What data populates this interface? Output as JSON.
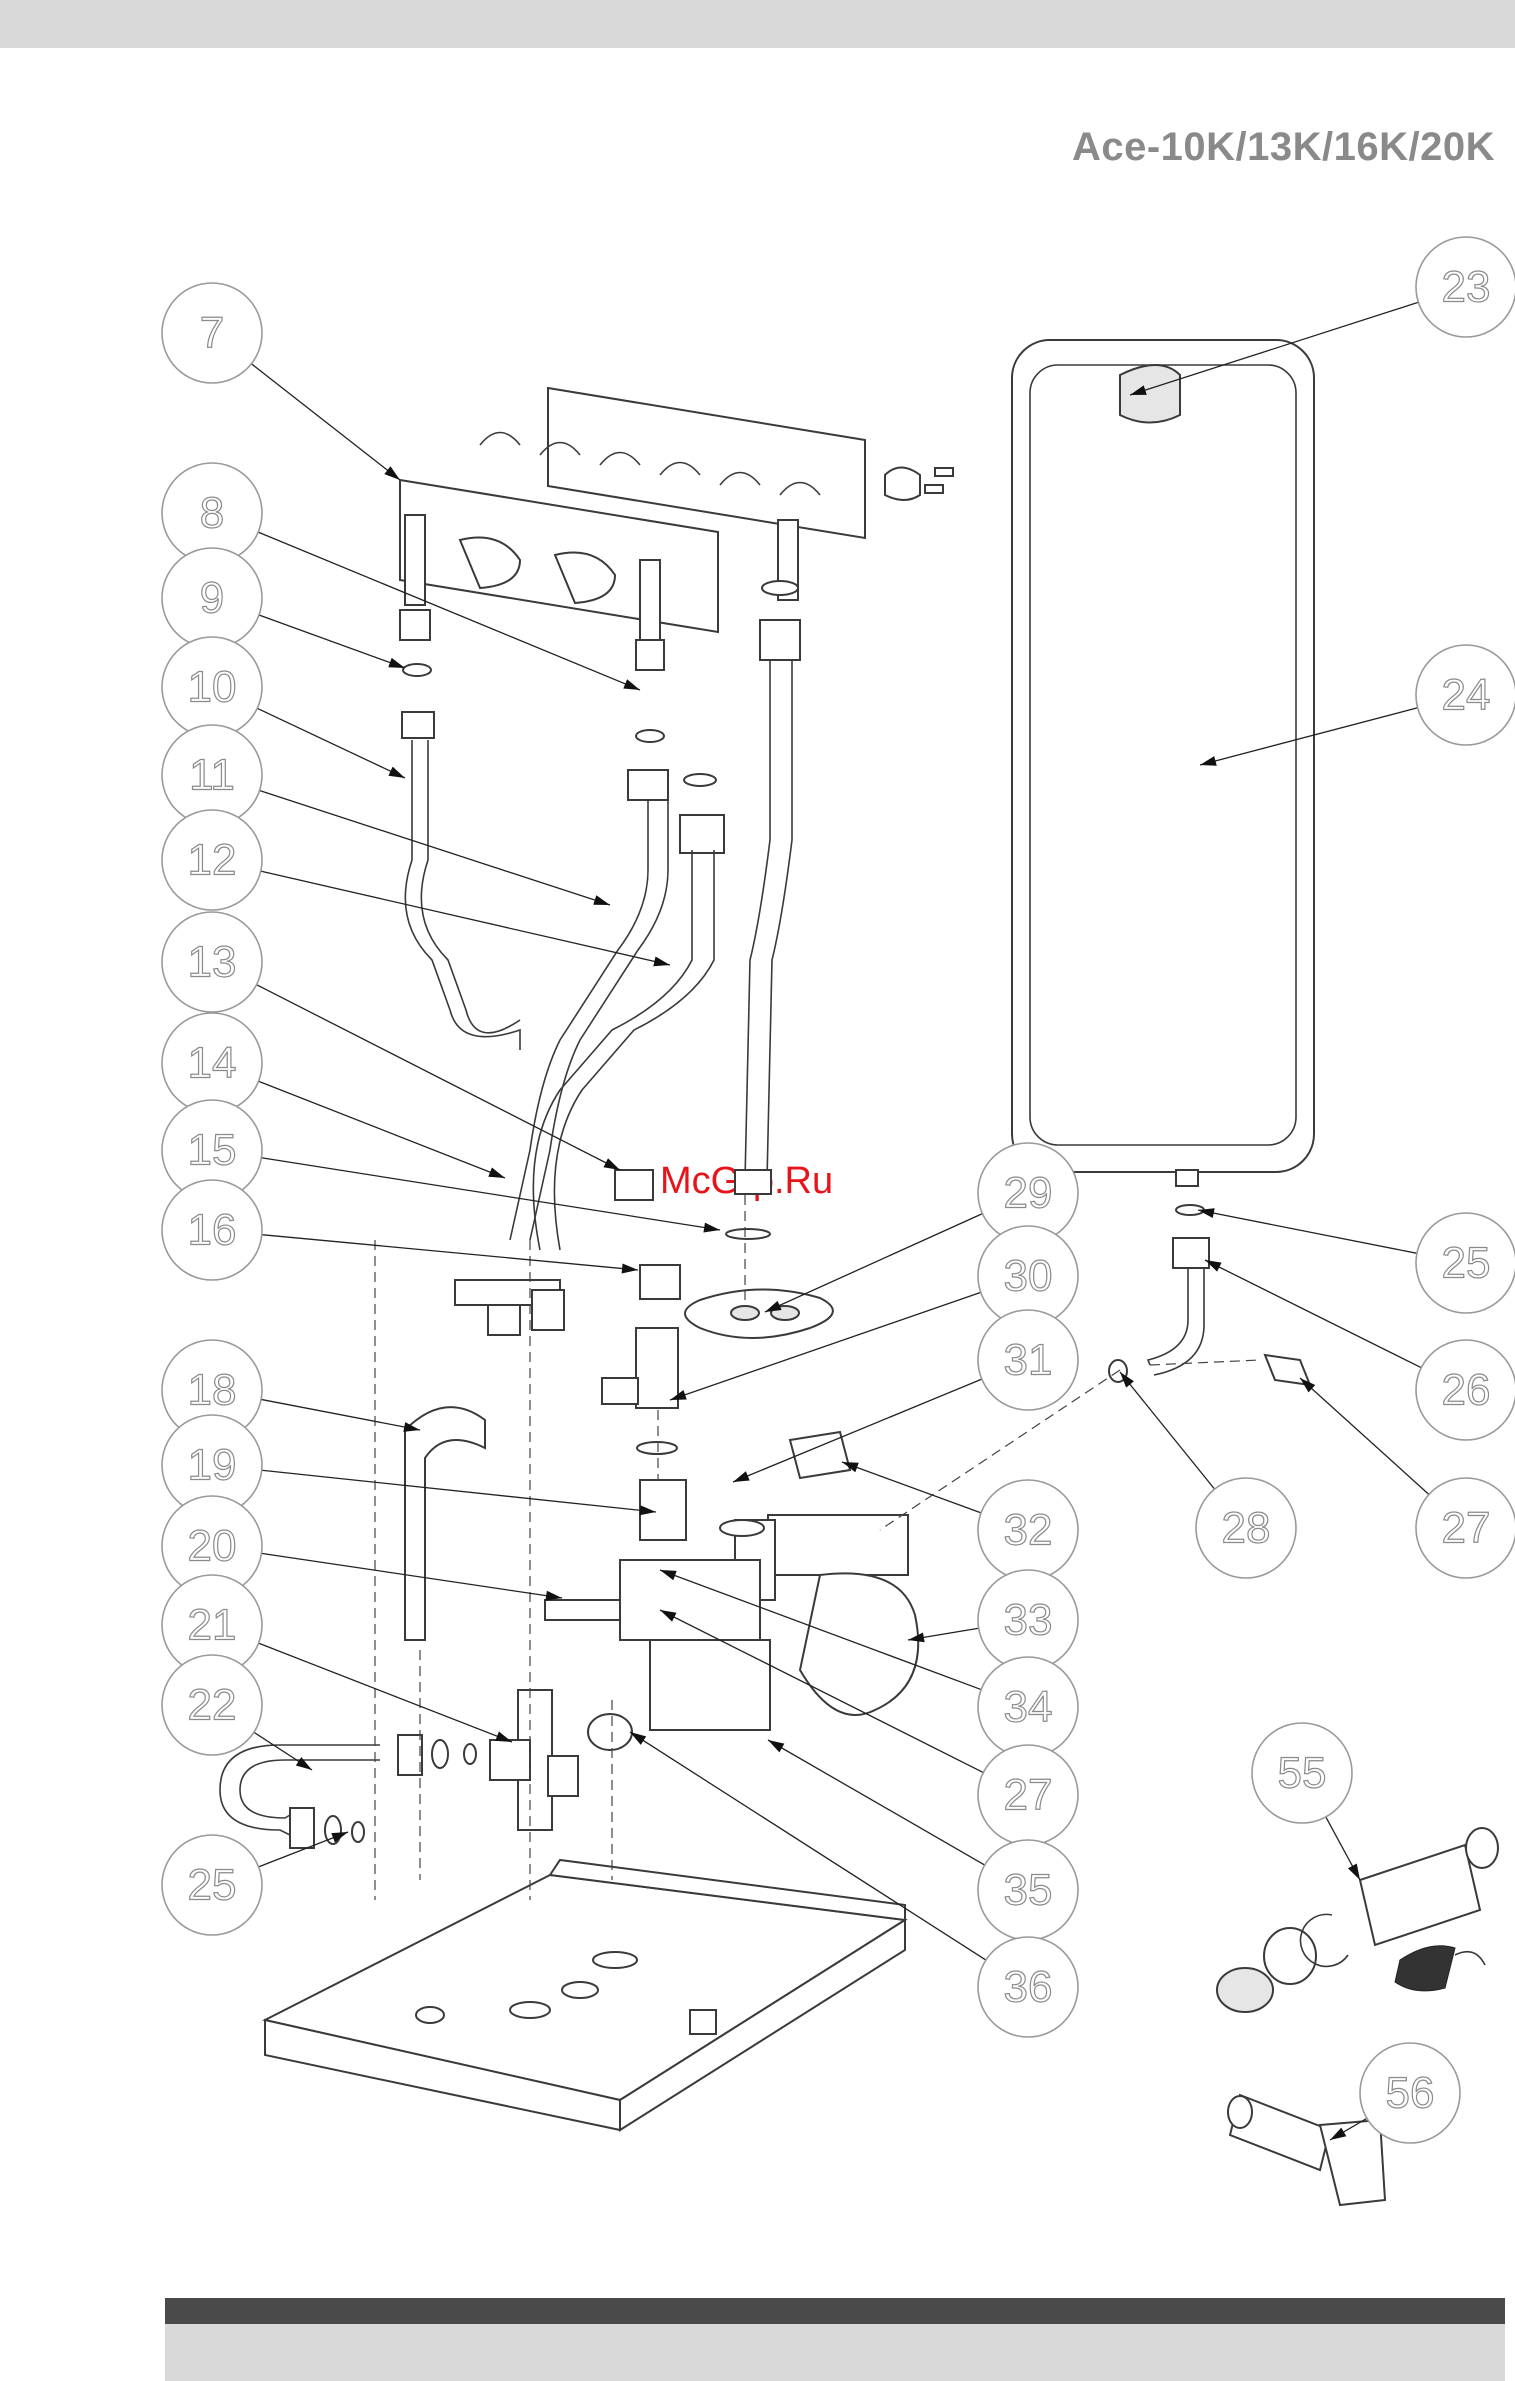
{
  "header": {
    "model_title": "Ace-10K/13K/16K/20K"
  },
  "watermark": "McGrp.Ru",
  "callouts": [
    {
      "label": "7"
    },
    {
      "label": "8"
    },
    {
      "label": "9"
    },
    {
      "label": "10"
    },
    {
      "label": "11"
    },
    {
      "label": "12"
    },
    {
      "label": "13"
    },
    {
      "label": "14"
    },
    {
      "label": "15"
    },
    {
      "label": "16"
    },
    {
      "label": "18"
    },
    {
      "label": "19"
    },
    {
      "label": "20"
    },
    {
      "label": "21"
    },
    {
      "label": "22"
    },
    {
      "label": "25"
    },
    {
      "label": "23"
    },
    {
      "label": "24"
    },
    {
      "label": "25"
    },
    {
      "label": "26"
    },
    {
      "label": "27"
    },
    {
      "label": "28"
    },
    {
      "label": "29"
    },
    {
      "label": "30"
    },
    {
      "label": "31"
    },
    {
      "label": "32"
    },
    {
      "label": "33"
    },
    {
      "label": "34"
    },
    {
      "label": "27"
    },
    {
      "label": "35"
    },
    {
      "label": "36"
    },
    {
      "label": "55"
    },
    {
      "label": "56"
    }
  ]
}
